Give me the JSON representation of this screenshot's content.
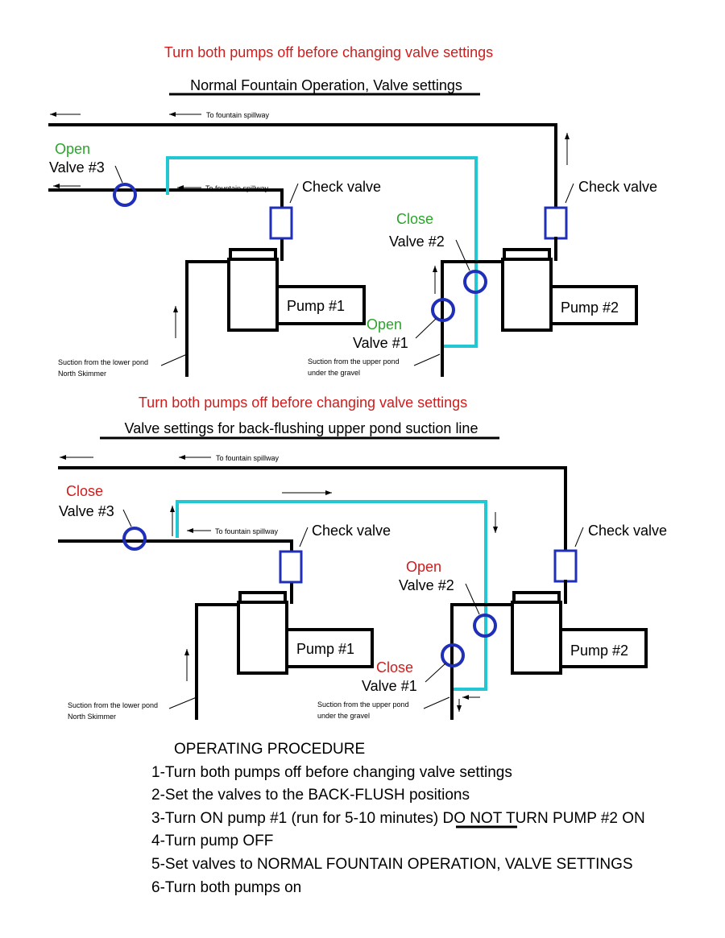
{
  "warning": "Turn both pumps off before changing valve settings",
  "diagram1": {
    "title": "Normal Fountain Operation, Valve settings",
    "spillway": "To fountain spillway",
    "valve3_state": "Open",
    "valve3": "Valve #3",
    "check_valve": "Check valve",
    "valve2_state": "Close",
    "valve2": "Valve #2",
    "pump1": "Pump #1",
    "pump2": "Pump #2",
    "valve1_state": "Open",
    "valve1": "Valve #1",
    "suction_lower_1": "Suction from the lower pond",
    "suction_lower_2": "North Skimmer",
    "suction_upper_1": "Suction from the upper pond",
    "suction_upper_2": "under the gravel"
  },
  "diagram2": {
    "title": "Valve settings for back-flushing upper pond suction line",
    "spillway": "To fountain spillway",
    "valve3_state": "Close",
    "valve3": "Valve #3",
    "check_valve": "Check valve",
    "valve2_state": "Open",
    "valve2": "Valve #2",
    "pump1": "Pump #1",
    "pump2": "Pump #2",
    "valve1_state": "Close",
    "valve1": "Valve #1",
    "suction_lower_1": "Suction from the lower pond",
    "suction_lower_2": "North Skimmer",
    "suction_upper_1": "Suction from the upper pond",
    "suction_upper_2": "under the gravel"
  },
  "procedure": {
    "heading": "OPERATING PROCEDURE",
    "step1": "1-Turn both pumps off before changing valve settings",
    "step2": "2-Set the valves to the BACK-FLUSH positions",
    "step3_a": "3-Turn ON pump #1 (run for 5-10 minutes) ",
    "step3_b": "DO NOT",
    "step3_c": " TURN PUMP #2 ON",
    "step4": "4-Turn pump OFF",
    "step5": "5-Set valves to NORMAL FOUNTAIN OPERATION, VALVE SETTINGS",
    "step6": "6-Turn both pumps on"
  },
  "colors": {
    "warning": "#d01c1c",
    "open_normal": "#2aa52a",
    "state_backflush": "#d01c1c",
    "valve": "#1f2fb8",
    "flush_pipe": "#22c7d3"
  }
}
